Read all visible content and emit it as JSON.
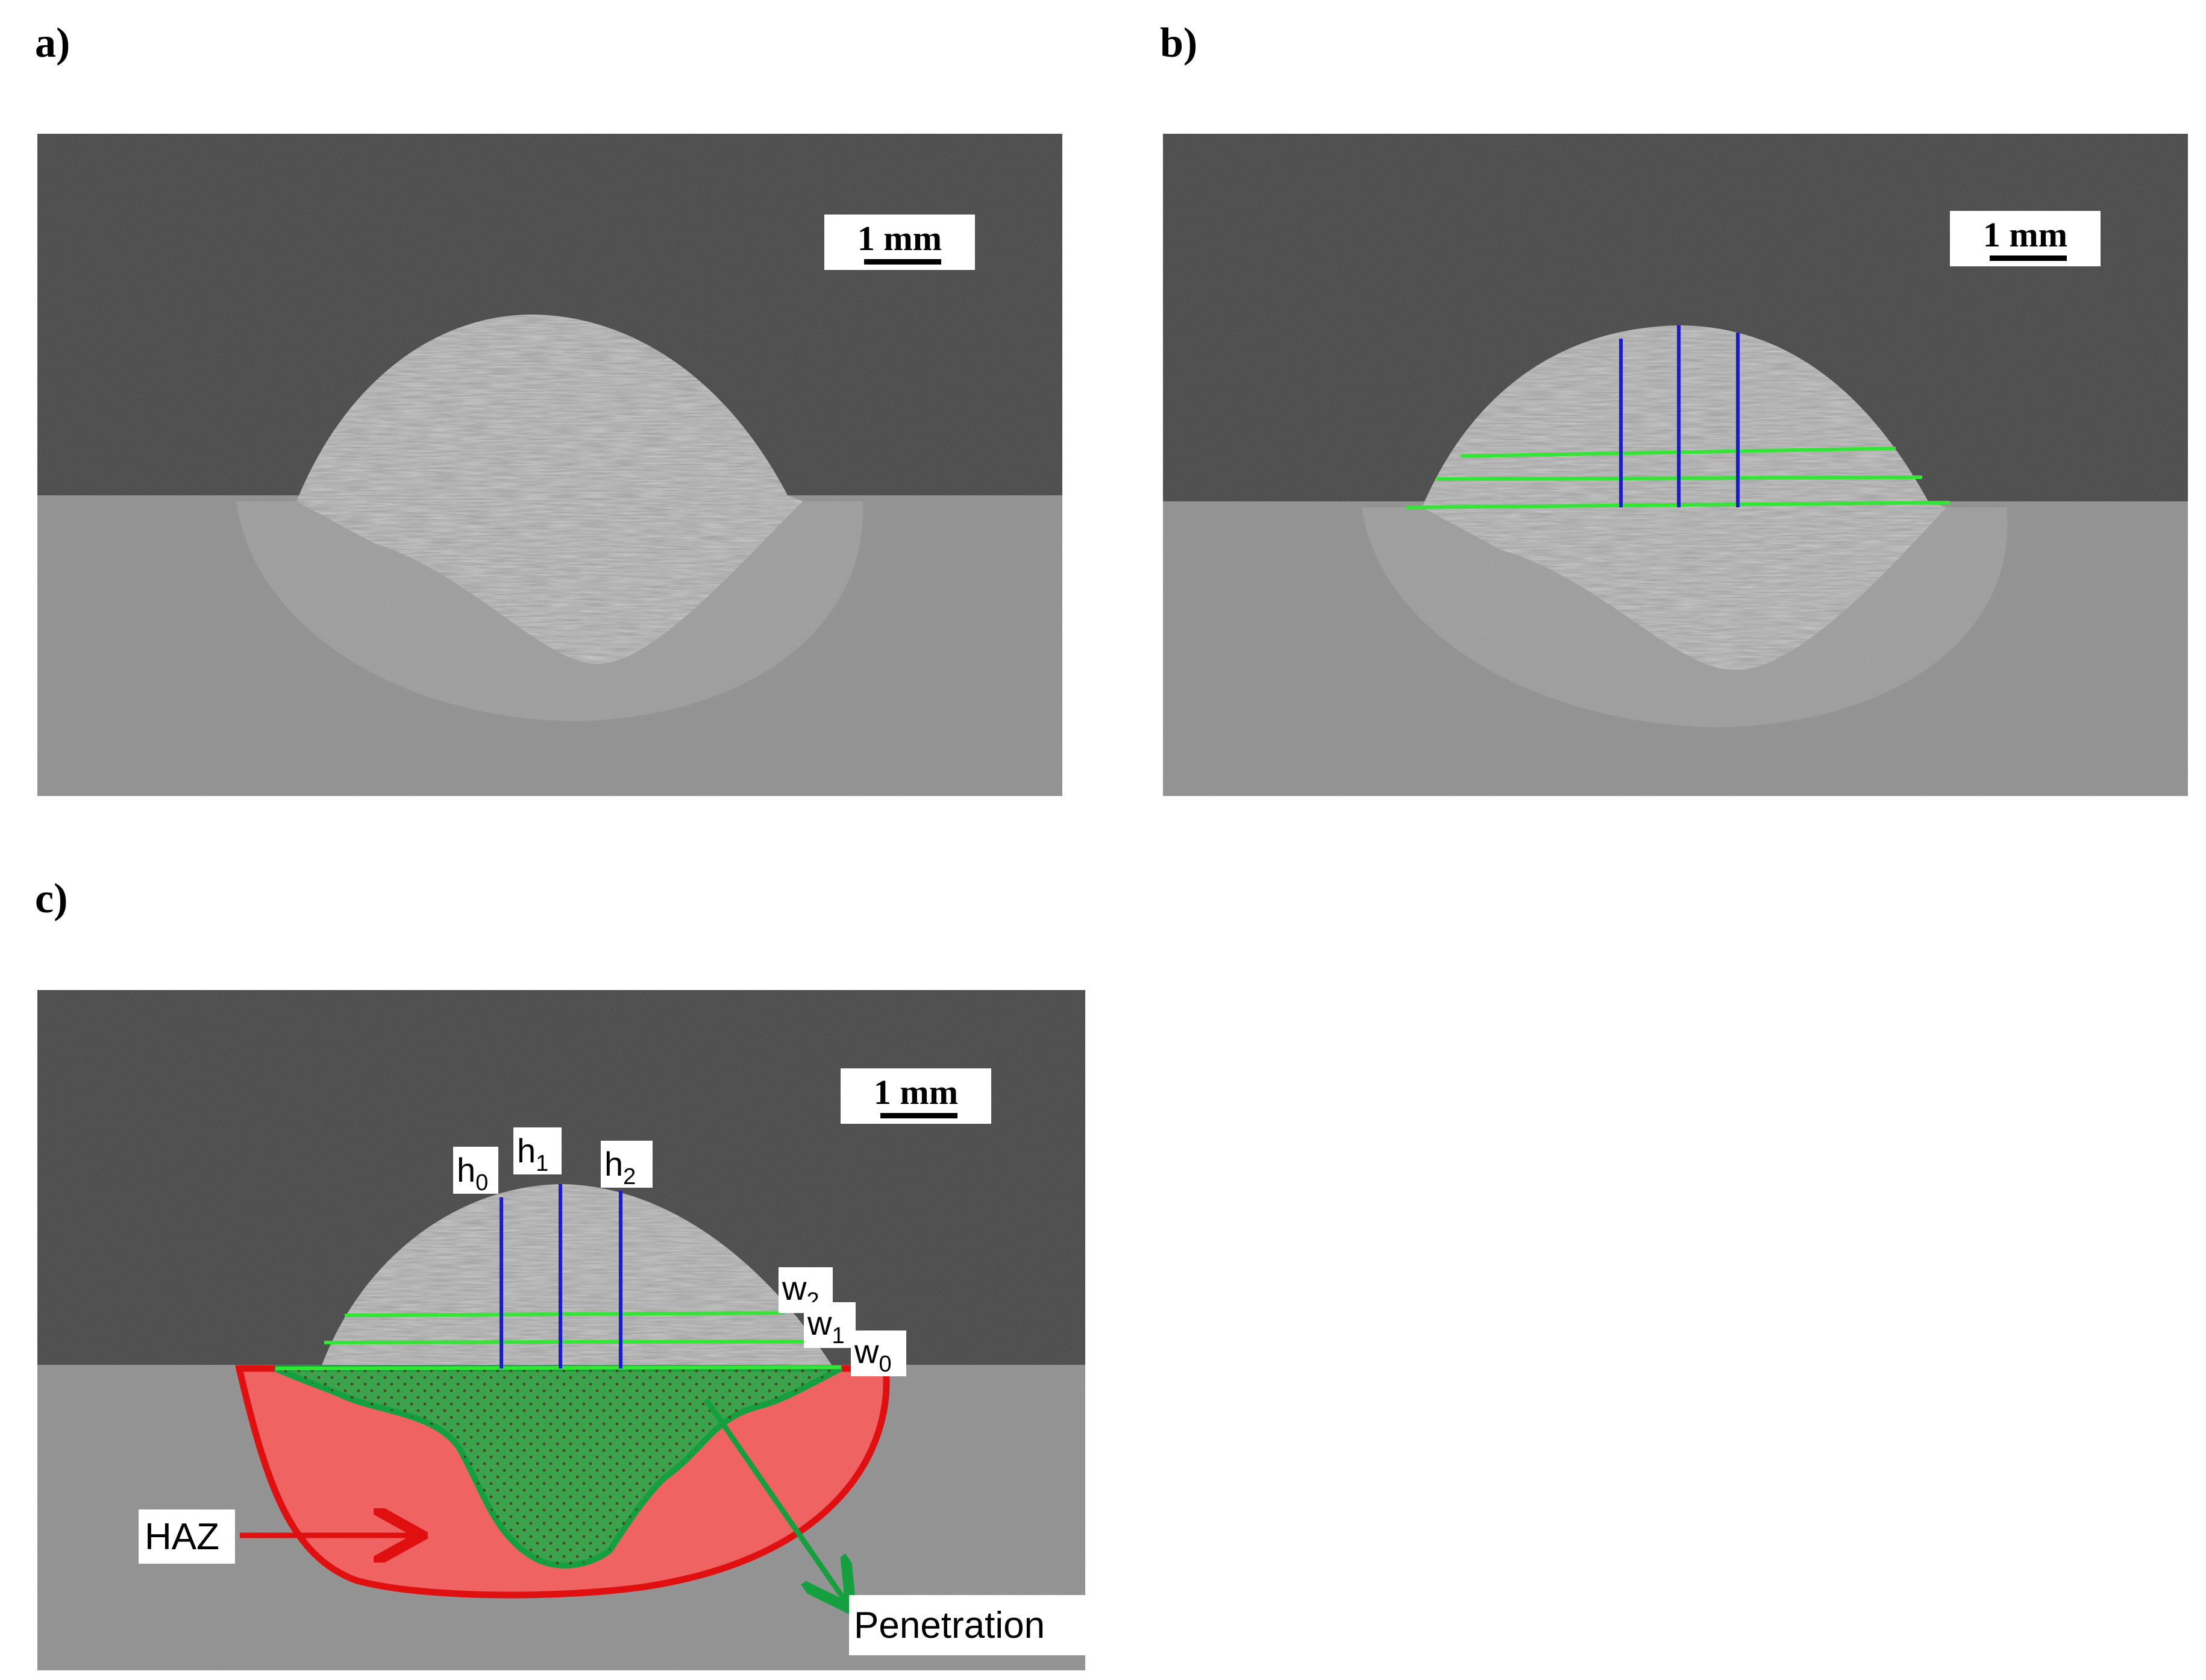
{
  "panels": {
    "a": {
      "label": "a)",
      "scale_text": "1 mm"
    },
    "b": {
      "label": "b)",
      "scale_text": "1 mm"
    },
    "c": {
      "label": "c)",
      "scale_text": "1 mm",
      "height_labels": [
        "h",
        "h",
        "h"
      ],
      "height_subscripts": [
        "0",
        "1",
        "2"
      ],
      "width_labels": [
        "w",
        "w",
        "w"
      ],
      "width_subscripts": [
        "2",
        "1",
        "0"
      ],
      "haz_label": "HAZ",
      "penetration_label": "Penetration"
    }
  },
  "colors": {
    "measure_vertical": "#1b1bd6",
    "measure_horizontal": "#33e633",
    "haz_fill": "#ff5a5a",
    "haz_outline": "#e01010",
    "penetration_fill": "#2aa84a",
    "penetration_outline": "#15a040"
  }
}
